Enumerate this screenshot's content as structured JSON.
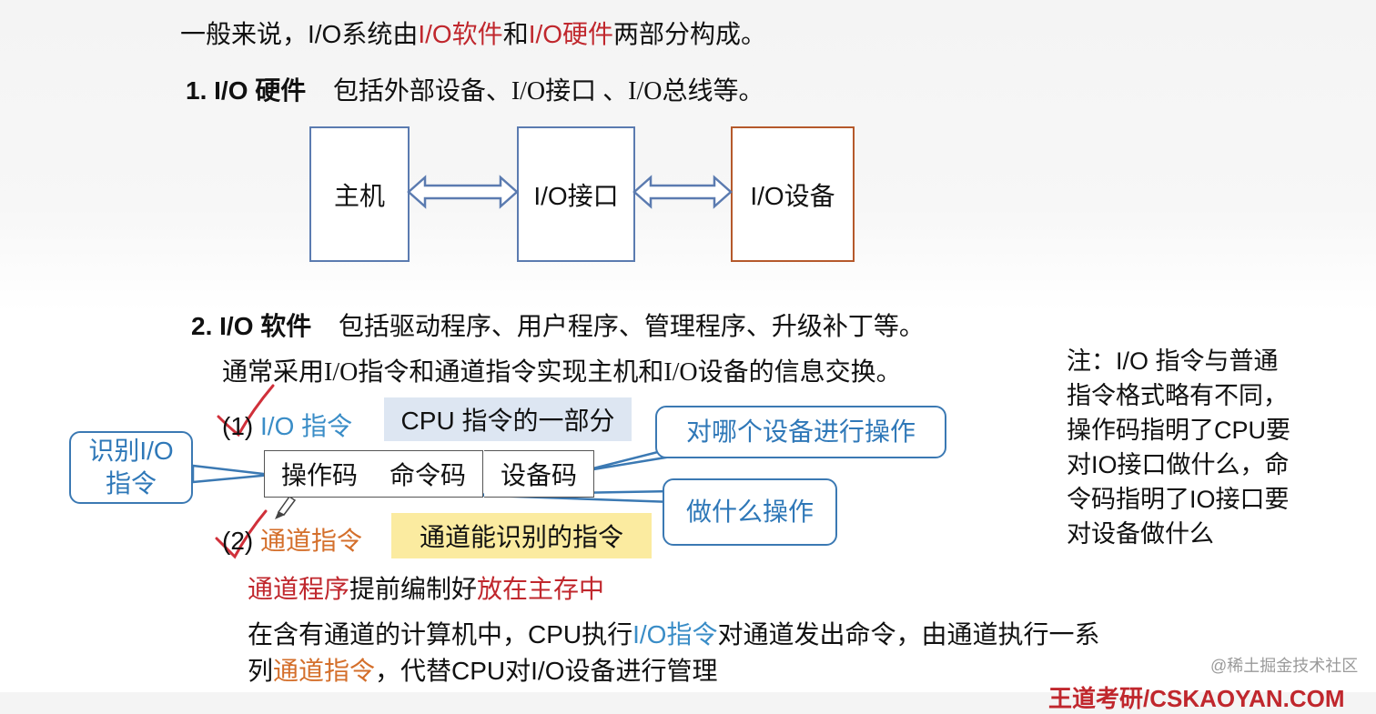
{
  "intro": {
    "prefix": "一般来说，I/O系统由",
    "software": "I/O软件",
    "and": "和",
    "hardware": "I/O硬件",
    "suffix": "两部分构成。"
  },
  "section1": {
    "heading": "1. I/O 硬件",
    "desc": "包括外部设备、I/O接口 、I/O总线等。"
  },
  "diagram": {
    "host": "主机",
    "interface": "I/O接口",
    "device": "I/O设备"
  },
  "section2": {
    "heading": "2. I/O 软件",
    "desc": "包括驱动程序、用户程序、管理程序、升级补丁等。",
    "sub": "通常采用I/O指令和通道指令实现主机和I/O设备的信息交换。"
  },
  "item1": {
    "num": "(1)",
    "label": "I/O 指令",
    "highlight": "CPU 指令的一部分"
  },
  "instruction_format": [
    "操作码",
    "命令码",
    "设备码"
  ],
  "callouts": {
    "identify": "识别I/O 指令",
    "which_device": "对哪个设备进行操作",
    "what_op": "做什么操作"
  },
  "item2": {
    "num": "(2)",
    "label": "通道指令",
    "highlight": "通道能识别的指令"
  },
  "channel_program": {
    "part1": "通道程序",
    "part2": "提前编制好",
    "part3": "放在主存中"
  },
  "explain": {
    "l1_a": "在含有通道的计算机中，CPU执行",
    "l1_b": "I/O指令",
    "l1_c": "对通道发出命令，由通道执行一系",
    "l2_a": "列",
    "l2_b": "通道指令",
    "l2_c": "，代替CPU对I/O设备进行管理"
  },
  "note": {
    "lines": [
      "注：I/O 指令与普通",
      "指令格式略有不同，",
      "操作码指明了CPU要",
      "对IO接口做什么，命",
      "令码指明了IO接口要",
      "对设备做什么"
    ]
  },
  "watermark": "@稀土掘金技术社区",
  "footer": "王道考研/CSKAOYAN.COM",
  "colors": {
    "red": "#c0272d",
    "blue": "#3a8dc7",
    "orange": "#d46f2b",
    "box_border": "#5b7bb0",
    "device_border": "#b5592b",
    "highlight_blue": "#dde6f2",
    "highlight_yellow": "#fbeba0"
  }
}
